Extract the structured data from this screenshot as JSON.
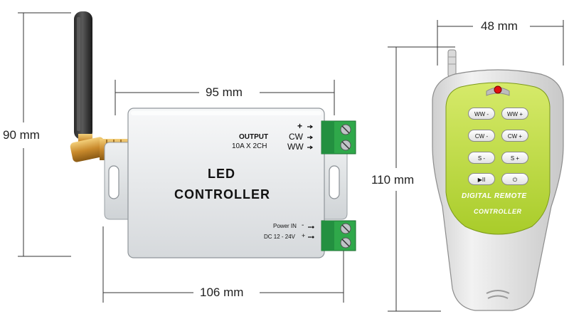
{
  "dimensions": {
    "controller_height": "90 mm",
    "controller_body_length": "95 mm",
    "controller_total_length": "106 mm",
    "remote_width": "48 mm",
    "remote_height": "110 mm"
  },
  "controller": {
    "title_line1": "LED",
    "title_line2": "CONTROLLER",
    "output_label": "OUTPUT",
    "output_spec": "10A X 2CH",
    "plus_sign": "+",
    "cw_label": "CW",
    "ww_label": "WW",
    "power_in_label": "Power IN",
    "dc_label": "DC 12 - 24V",
    "minus_sign": "-",
    "plus_sign_small": "+"
  },
  "remote": {
    "buttons": [
      {
        "label": "WW -"
      },
      {
        "label": "WW +"
      },
      {
        "label": "CW -"
      },
      {
        "label": "CW +"
      },
      {
        "label": "S -"
      },
      {
        "label": "S +"
      },
      {
        "label": "▶II"
      },
      {
        "label": "⏻"
      }
    ],
    "brand_line1": "DIGITAL REMOTE",
    "brand_line2": "CONTROLLER"
  },
  "colors": {
    "remote_green": "#c4de4a",
    "remote_body": "#e4e4e4",
    "terminal_green": "#2fa84a",
    "antenna_gold": "#c98a2c",
    "box_silver": "#eceef0",
    "led_red": "#e01010"
  }
}
